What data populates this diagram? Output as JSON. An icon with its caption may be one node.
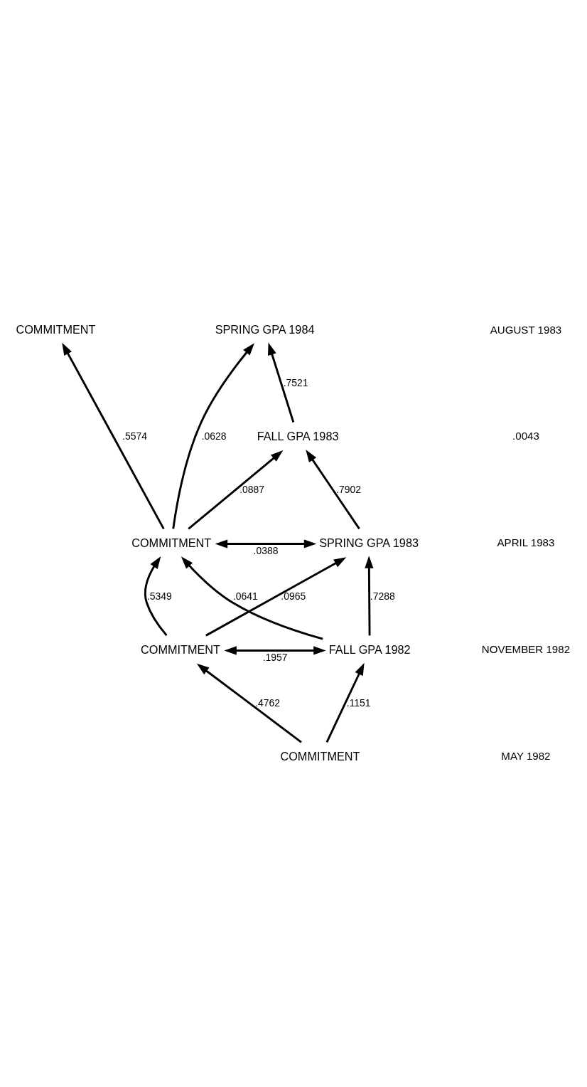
{
  "diagram": {
    "nodes": [
      {
        "text": [
          "COMMITMENT"
        ]
      },
      {
        "text": [
          "COMMITMENT"
        ]
      },
      {
        "text": [
          "COMMITMENT"
        ]
      },
      {
        "text": [
          "COMMITMENT"
        ]
      },
      {
        "text": [
          "FALL GPA 1982"
        ]
      },
      {
        "text": [
          "SPRING GPA 1983"
        ]
      },
      {
        "text": [
          "FALL GPA 1983"
        ]
      },
      {
        "text": [
          "SPRING GPA 1984"
        ]
      }
    ],
    "edges": [
      {
        "from": 0,
        "to": 1,
        "arrow": "to",
        "label": ".4762"
      },
      {
        "from": 0,
        "to": 4,
        "arrow": "to",
        "label": ".1151"
      },
      {
        "from": 1,
        "to": 4,
        "arrow": "both",
        "label": ".1957"
      },
      {
        "from": 1,
        "to": 5,
        "arrow": "to",
        "label": ".0965"
      },
      {
        "from": 1,
        "to": 2,
        "arrow": "to",
        "label": ".5349"
      },
      {
        "from": 4,
        "to": 2,
        "arrow": "to",
        "label": ".0641"
      },
      {
        "from": 2,
        "to": 5,
        "arrow": "both",
        "label": ".0388"
      },
      {
        "from": 4,
        "to": 5,
        "arrow": "to",
        "label": ".7288"
      },
      {
        "from": 2,
        "to": 3,
        "arrow": "to",
        "label": ".5574"
      },
      {
        "from": 2,
        "to": 6,
        "arrow": "to",
        "label": ".0887"
      },
      {
        "from": 2,
        "to": 7,
        "arrow": "to",
        "label": ".0628"
      },
      {
        "from": 5,
        "to": 6,
        "arrow": "to",
        "label": ".7902"
      },
      {
        "from": 6,
        "to": 7,
        "arrow": "to",
        "label": ".7521"
      }
    ],
    "labels": [
      "MAY 1982",
      "NOVEMBER 1982",
      "APRIL 1983",
      "AUGUST 1983",
      ".0043"
    ]
  }
}
